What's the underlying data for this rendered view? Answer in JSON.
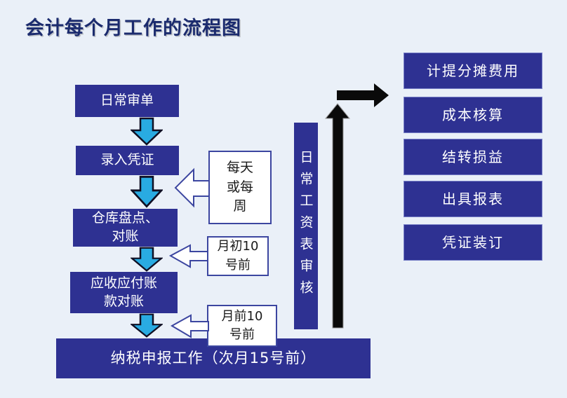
{
  "slide": {
    "title": "会计每个月工作的流程图"
  },
  "left_flow": {
    "steps": [
      {
        "label": "日常审单"
      },
      {
        "label": "录入凭证"
      },
      {
        "label": "仓库盘点、\n对账"
      },
      {
        "label": "应收应付账\n款对账"
      },
      {
        "label": "纳税申报工作（次月15号前）"
      }
    ]
  },
  "callouts": [
    {
      "label": "每天\n或每\n周"
    },
    {
      "label": "月初10\n号前"
    },
    {
      "label": "月前10\n号前"
    }
  ],
  "middle": {
    "label": "日常工资表审核"
  },
  "right_flow": {
    "steps": [
      {
        "label": "计提分摊费用"
      },
      {
        "label": "成本核算"
      },
      {
        "label": "结转损益"
      },
      {
        "label": "出具报表"
      },
      {
        "label": "凭证装订"
      }
    ]
  },
  "colors": {
    "background": "#eaf0f8",
    "box_fill": "#2e3192",
    "title_text": "#1b2b6e",
    "flow_arrow_blue": "#29abe2",
    "callout_border": "#3c46a0",
    "black_arrow": "#0a0a0a"
  }
}
